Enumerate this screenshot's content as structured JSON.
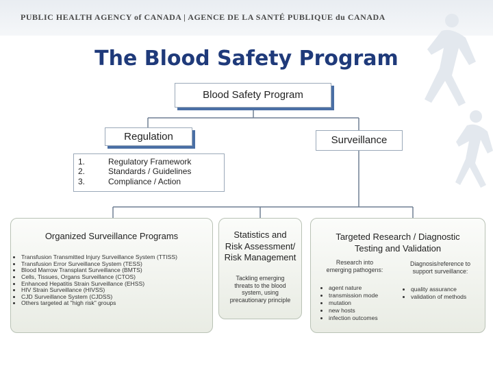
{
  "header": {
    "agency": "PUBLIC HEALTH AGENCY of CANADA | AGENCE DE LA SANTÉ PUBLIQUE du CANADA"
  },
  "slide_title": "The Blood Safety Program",
  "root": {
    "label": "Blood Safety Program"
  },
  "regulation": {
    "label": "Regulation",
    "items": [
      {
        "num": "1.",
        "text": "Regulatory Framework"
      },
      {
        "num": "2.",
        "text": "Standards / Guidelines"
      },
      {
        "num": "3.",
        "text": "Compliance / Action"
      }
    ]
  },
  "surveillance": {
    "label": "Surveillance"
  },
  "organized": {
    "title": "Organized Surveillance Programs",
    "items": [
      "Transfusion Transmitted Injury Surveillance System (TTISS)",
      "Transfusion Error Surveillance System (TESS)",
      "Blood Marrow Transplant Surveillance (BMTS)",
      "Cells, Tissues, Organs Surveillance (CTOS)",
      "Enhanced Hepatitis Strain Surveillance (EHSS)",
      "HIV Strain Surveillance (HIVSS)",
      "CJD Surveillance System (CJDSS)",
      "Others targeted at \"high risk\" groups"
    ]
  },
  "statistics": {
    "title_lines": [
      "Statistics and",
      "Risk Assessment/",
      "Risk Management"
    ],
    "note_lines": [
      "Tackling emerging",
      "threats to the blood",
      "system, using",
      "precautionary principle"
    ]
  },
  "targeted": {
    "title_lines": [
      "Targeted Research / Diagnostic",
      "Testing and Validation"
    ],
    "research": {
      "heading_lines": [
        "Research into",
        "emerging pathogens:"
      ],
      "items": [
        "agent nature",
        "transmission mode",
        "mutation",
        "new hosts",
        "infection outcomes"
      ]
    },
    "diagnosis": {
      "heading_lines": [
        "Diagnosis/reference to",
        "support surveillance:"
      ],
      "items": [
        "quality assurance",
        "validation of methods"
      ]
    }
  }
}
